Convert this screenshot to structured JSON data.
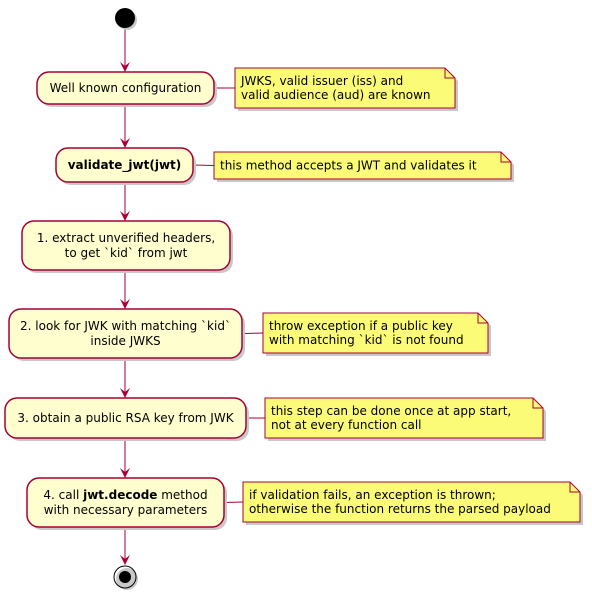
{
  "colors": {
    "activity_fill": "#FEFECE",
    "border": "#A80036",
    "note_fill": "#FBFB77",
    "node_dark": "#000000",
    "text": "#000000",
    "shadow": "#C8C8C8"
  },
  "nodes": [
    {
      "id": "wellknown",
      "lines": [
        [
          {
            "t": "Well known configuration"
          }
        ]
      ]
    },
    {
      "id": "validate",
      "lines": [
        [
          {
            "t": "validate_jwt(jwt)",
            "b": true
          }
        ]
      ]
    },
    {
      "id": "step1",
      "lines": [
        [
          {
            "t": "1. extract unverified headers,"
          }
        ],
        [
          {
            "t": "to get `kid` from jwt"
          }
        ]
      ]
    },
    {
      "id": "step2",
      "lines": [
        [
          {
            "t": "2. look for JWK with matching `kid`"
          }
        ],
        [
          {
            "t": "inside JWKS"
          }
        ]
      ]
    },
    {
      "id": "step3",
      "lines": [
        [
          {
            "t": "3. obtain a public RSA key from JWK"
          }
        ]
      ]
    },
    {
      "id": "step4",
      "lines": [
        [
          {
            "t": "4. call "
          },
          {
            "t": "jwt.decode",
            "b": true
          },
          {
            "t": " method"
          }
        ],
        [
          {
            "t": "with necessary parameters"
          }
        ]
      ]
    }
  ],
  "notes": [
    {
      "id": "note-wellknown",
      "lines": [
        "JWKS, valid issuer (iss) and",
        "valid audience (aud) are known"
      ]
    },
    {
      "id": "note-validate",
      "lines": [
        "this method accepts a JWT and validates it"
      ]
    },
    {
      "id": "note-step2",
      "lines": [
        "throw exception if a public key",
        "with matching `kid` is not found"
      ]
    },
    {
      "id": "note-step3",
      "lines": [
        "this step can be done once at app start,",
        "not at every function call"
      ]
    },
    {
      "id": "note-step4",
      "lines": [
        "if validation fails, an exception is thrown;",
        "otherwise the function returns the parsed payload"
      ]
    }
  ]
}
